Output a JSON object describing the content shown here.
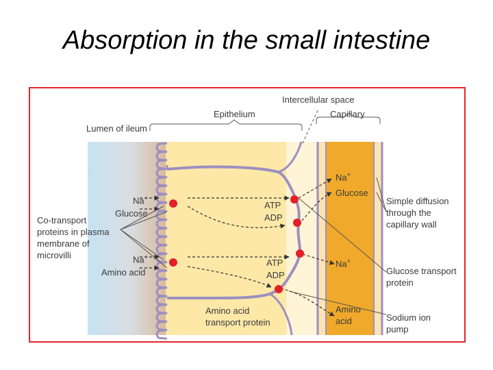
{
  "slide": {
    "title": "Absorption in the small intestine"
  },
  "diagram": {
    "regions": {
      "lumen": "Lumen of ileum",
      "epithelium": "Epithelium",
      "intercellular_space": "Intercellular space",
      "capillary": "Capillary"
    },
    "left_labels": {
      "cotransport": [
        "Co-transport",
        "proteins in plasma",
        "membrane of",
        "microvilli"
      ],
      "na_top": "Na",
      "glucose": "Glucose",
      "na_bottom": "Na",
      "amino_acid": "Amino acid"
    },
    "cell_labels": {
      "atp_top": "ATP",
      "adp_top": "ADP",
      "atp_bottom": "ATP",
      "adp_bottom": "ADP",
      "aa_transport": [
        "Amino acid",
        "transport protein"
      ]
    },
    "capillary_labels": {
      "na_top": "Na",
      "glucose": "Glucose",
      "na_mid": "Na",
      "amino": [
        "Amino",
        "acid"
      ]
    },
    "right_labels": {
      "simple_diffusion": [
        "Simple diffusion",
        "through the",
        "capillary wall"
      ],
      "glucose_transport": [
        "Glucose transport",
        "protein"
      ],
      "sodium_pump": [
        "Sodium ion",
        "pump"
      ]
    },
    "superscript_plus": "+",
    "colors": {
      "lumen_blue": "#c9e3f2",
      "cell_yellow": "#fde8a8",
      "capillary_orange": "#f0a92a",
      "membrane_purple": "#9c8fc0",
      "protein_red": "#e3202a",
      "frame_red": "#e0262a"
    }
  }
}
